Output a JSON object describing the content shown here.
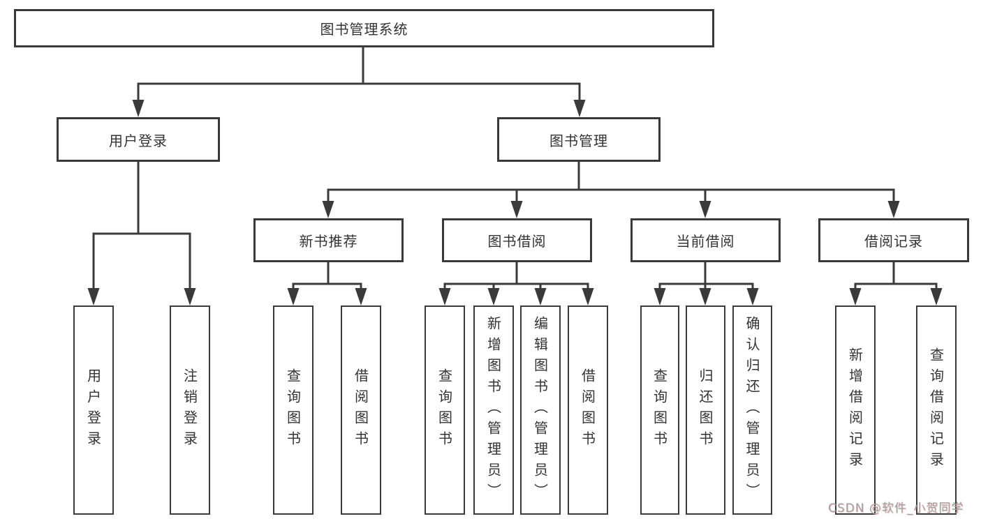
{
  "watermark": "CSDN @软件_小贺同学",
  "colors": {
    "line": "#3a3a3a",
    "box_border": "#3a3a3a",
    "text": "#333333",
    "background": "#ffffff",
    "watermark_text": "#a2a2a2"
  },
  "tree": {
    "label": "图书管理系统",
    "children": [
      {
        "label": "用户登录",
        "children": [
          {
            "label": "用户登录"
          },
          {
            "label": "注销登录"
          }
        ]
      },
      {
        "label": "图书管理",
        "children": [
          {
            "label": "新书推荐",
            "children": [
              {
                "label": "查询图书"
              },
              {
                "label": "借阅图书"
              }
            ]
          },
          {
            "label": "图书借阅",
            "children": [
              {
                "label": "查询图书"
              },
              {
                "label": "新增图书（管理员）"
              },
              {
                "label": "编辑图书（管理员）"
              },
              {
                "label": "借阅图书"
              }
            ]
          },
          {
            "label": "当前借阅",
            "children": [
              {
                "label": "查询图书"
              },
              {
                "label": "归还图书"
              },
              {
                "label": "确认归还（管理员）"
              }
            ]
          },
          {
            "label": "借阅记录",
            "children": [
              {
                "label": "新增借阅记录"
              },
              {
                "label": "查询借阅记录"
              }
            ]
          }
        ]
      }
    ]
  }
}
